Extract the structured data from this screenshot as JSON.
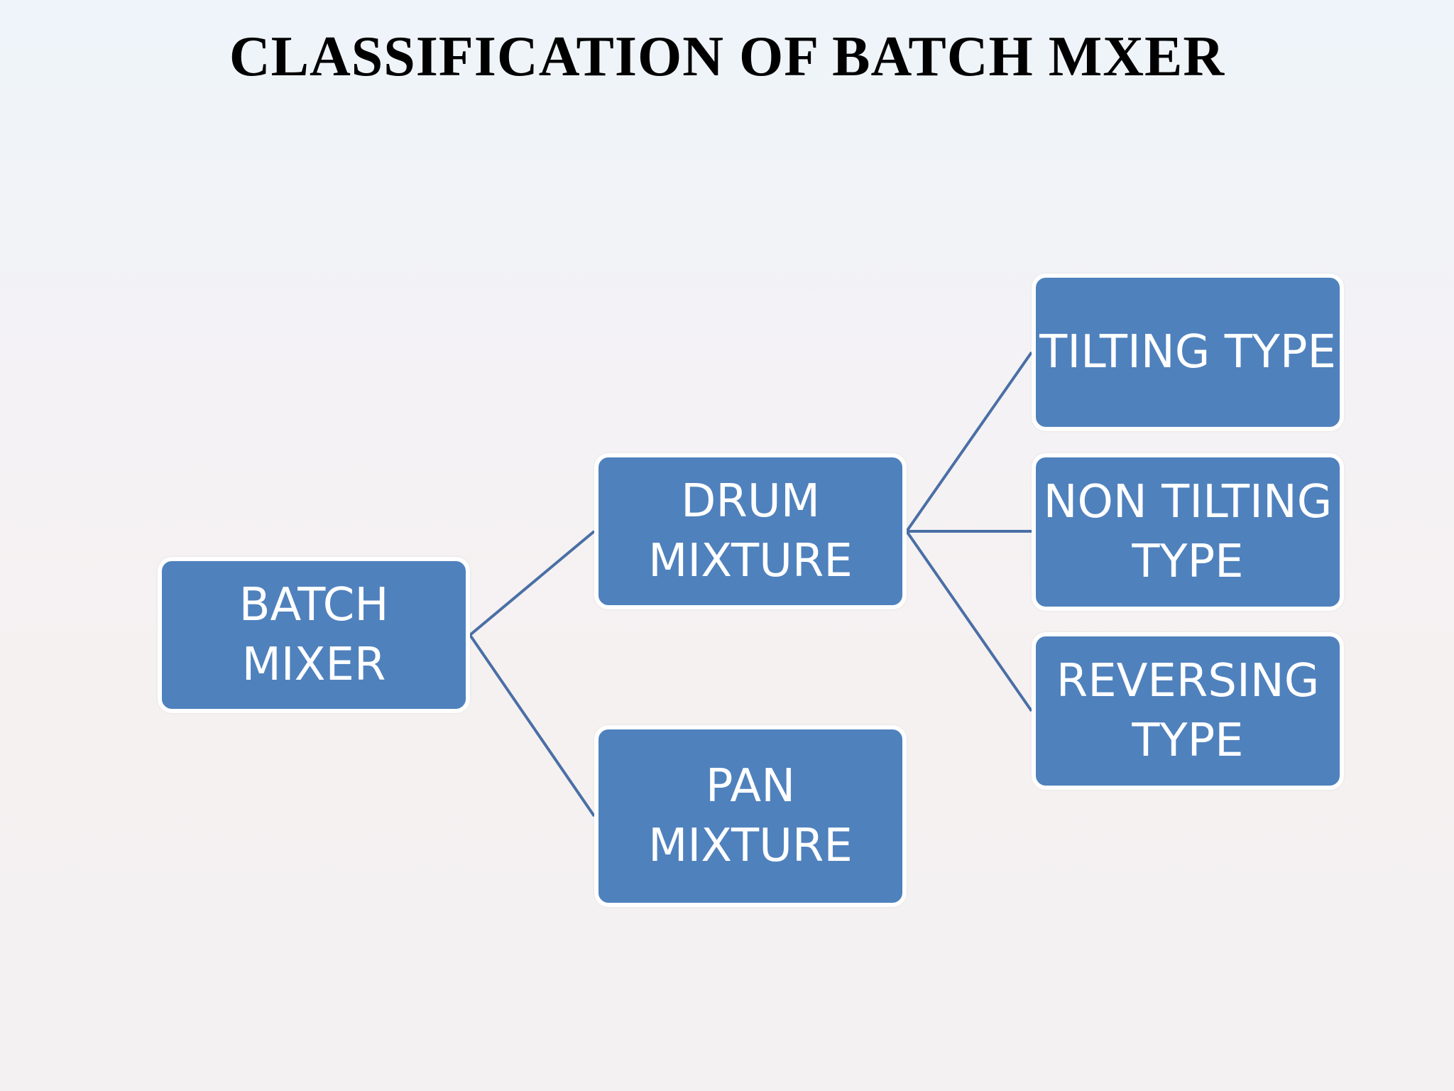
{
  "title": "CLASSIFICATION OF BATCH MXER",
  "nodes": {
    "batch_mixer": "BATCH\nMIXER",
    "drum_mixture": "DRUM\nMIXTURE",
    "pan_mixture": "PAN\nMIXTURE",
    "tilting_type": "TILTING TYPE",
    "non_tilting_type": "NON TILTING\nTYPE",
    "reversing_type": "REVERSING\nTYPE"
  },
  "colors": {
    "node_fill": "#4f81bd",
    "node_text": "#ffffff",
    "connector": "#4a6fa5"
  }
}
